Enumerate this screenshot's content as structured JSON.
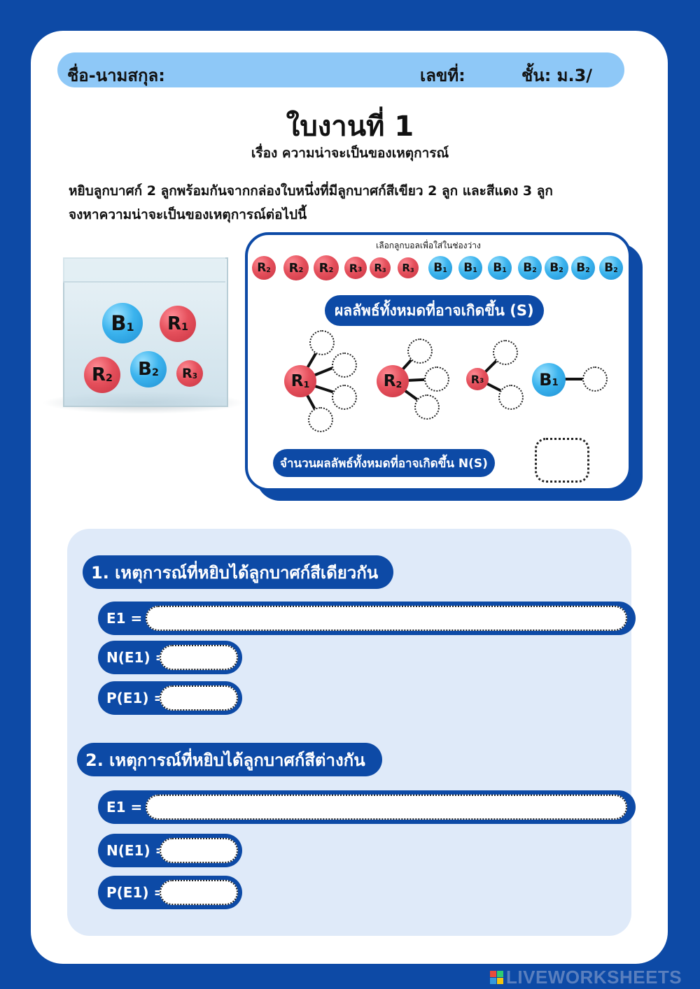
{
  "header": {
    "name_label": "ชื่อ-นามสกุล:",
    "number_label": "เลขที่:",
    "class_label": "ชั้น: ม.3/"
  },
  "title": {
    "main": "ใบงานที่ 1",
    "subtitle": "เรื่อง ความน่าจะเป็นของเหตุการณ์"
  },
  "instructions": {
    "line1": "หยิบลูกบาศก์ 2 ลูกพร้อมกันจากกล่องใบหนึ่งที่มีลูกบาศก์สีเขียว 2 ลูก และสีแดง 3 ลูก",
    "line2": "จงหาความน่าจะเป็นของเหตุการณ์ต่อไปนี้"
  },
  "box_balls": [
    {
      "letter": "B",
      "sub": "1",
      "color": "blue"
    },
    {
      "letter": "R",
      "sub": "1",
      "color": "red"
    },
    {
      "letter": "R",
      "sub": "2",
      "color": "red"
    },
    {
      "letter": "B",
      "sub": "2",
      "color": "blue"
    },
    {
      "letter": "R",
      "sub": "3",
      "color": "red"
    }
  ],
  "picker": {
    "label": "เลือกลูกบอลเพื่อใส่ในช่องว่าง",
    "balls": [
      {
        "letter": "R",
        "sub": "2",
        "color": "red"
      },
      {
        "letter": "R",
        "sub": "2",
        "color": "red"
      },
      {
        "letter": "R",
        "sub": "2",
        "color": "red"
      },
      {
        "letter": "R",
        "sub": "3",
        "color": "red"
      },
      {
        "letter": "R",
        "sub": "3",
        "color": "red"
      },
      {
        "letter": "R",
        "sub": "3",
        "color": "red"
      },
      {
        "letter": "B",
        "sub": "1",
        "color": "blue"
      },
      {
        "letter": "B",
        "sub": "1",
        "color": "blue"
      },
      {
        "letter": "B",
        "sub": "1",
        "color": "blue"
      },
      {
        "letter": "B",
        "sub": "2",
        "color": "blue"
      },
      {
        "letter": "B",
        "sub": "2",
        "color": "blue"
      },
      {
        "letter": "B",
        "sub": "2",
        "color": "blue"
      },
      {
        "letter": "B",
        "sub": "2",
        "color": "blue"
      }
    ]
  },
  "sample_space": {
    "heading": "ผลลัพธ์ทั้งหมดที่อาจเกิดขึ้น (S)",
    "tree_roots": [
      {
        "letter": "R",
        "sub": "1",
        "color": "red",
        "branches": 4
      },
      {
        "letter": "R",
        "sub": "2",
        "color": "red",
        "branches": 3
      },
      {
        "letter": "R",
        "sub": "3",
        "color": "red",
        "branches": 2
      },
      {
        "letter": "B",
        "sub": "1",
        "color": "blue",
        "branches": 1
      }
    ],
    "count_label": "จำนวนผลลัพธ์ทั้งหมดที่อาจเกิดขึ้น N(S)"
  },
  "questions": [
    {
      "heading": "1. เหตุการณ์ที่หยิบได้ลูกบาศก์สีเดียวกัน",
      "event_label": "E1 =",
      "count_label": "N(E1) =",
      "prob_label": "P(E1) ="
    },
    {
      "heading": "2. เหตุการณ์ที่หยิบได้ลูกบาศก์สีต่างกัน",
      "event_label": "E1 =",
      "count_label": "N(E1) =",
      "prob_label": "P(E1) ="
    }
  ],
  "footer": {
    "brand": "LIVEWORKSHEETS",
    "logo_letters": [
      "L",
      "I",
      "V",
      "E"
    ]
  },
  "colors": {
    "frame": "#0d4aa6",
    "name_bar": "#8ec8f7",
    "question_area": "#dfeaf9",
    "red_ball": "#e5505c",
    "blue_ball": "#3cb4ee"
  }
}
